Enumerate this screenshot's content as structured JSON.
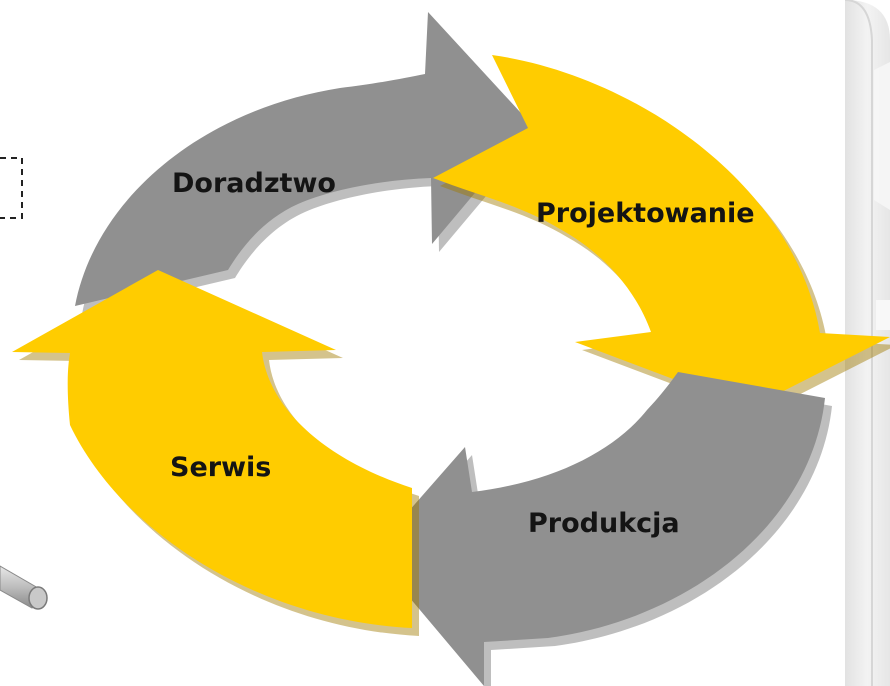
{
  "diagram": {
    "type": "cycle",
    "stages": [
      {
        "id": "doradztwo",
        "label": "Doradztwo",
        "color": "#909090"
      },
      {
        "id": "projektowanie",
        "label": "Projektowanie",
        "color": "#FFCC00"
      },
      {
        "id": "produkcja",
        "label": "Produkcja",
        "color": "#909090"
      },
      {
        "id": "serwis",
        "label": "Serwis",
        "color": "#FFCC00"
      }
    ]
  },
  "colors": {
    "gray": "#909090",
    "gray_shadow": "#6e6e6e",
    "yellow": "#FFCC00",
    "yellow_shadow": "#d9a600",
    "panel": "#ececec",
    "panel_edge": "#d4d4d4"
  }
}
